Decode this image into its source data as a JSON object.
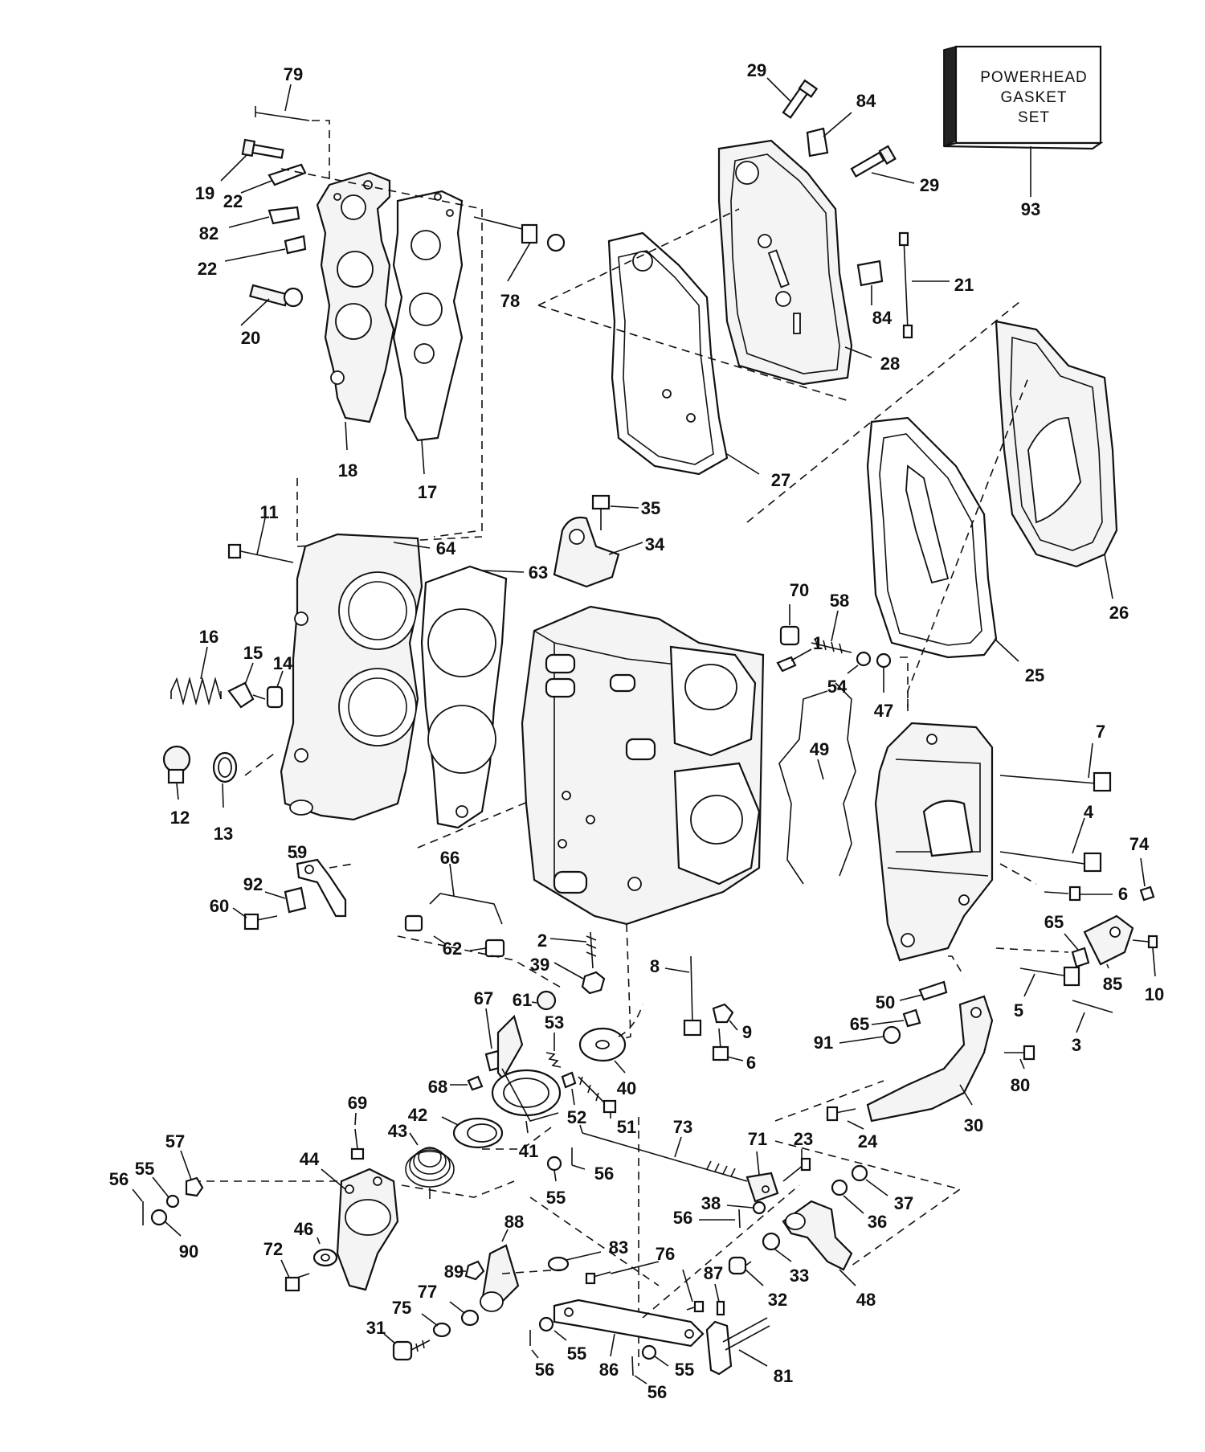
{
  "gasket_box": {
    "line1": "POWERHEAD",
    "line2": "GASKET",
    "line3": "SET",
    "callout": "93"
  },
  "callouts": [
    {
      "id": "c79",
      "text": "79"
    },
    {
      "id": "c19",
      "text": "19"
    },
    {
      "id": "c22a",
      "text": "22"
    },
    {
      "id": "c82",
      "text": "82"
    },
    {
      "id": "c22b",
      "text": "22"
    },
    {
      "id": "c20",
      "text": "20"
    },
    {
      "id": "c18",
      "text": "18"
    },
    {
      "id": "c17",
      "text": "17"
    },
    {
      "id": "c78",
      "text": "78"
    },
    {
      "id": "c29a",
      "text": "29"
    },
    {
      "id": "c84a",
      "text": "84"
    },
    {
      "id": "c29b",
      "text": "29"
    },
    {
      "id": "c21",
      "text": "21"
    },
    {
      "id": "c84b",
      "text": "84"
    },
    {
      "id": "c28",
      "text": "28"
    },
    {
      "id": "c27",
      "text": "27"
    },
    {
      "id": "c26",
      "text": "26"
    },
    {
      "id": "c25",
      "text": "25"
    },
    {
      "id": "c35",
      "text": "35"
    },
    {
      "id": "c34",
      "text": "34"
    },
    {
      "id": "c11",
      "text": "11"
    },
    {
      "id": "c64",
      "text": "64"
    },
    {
      "id": "c63",
      "text": "63"
    },
    {
      "id": "c16",
      "text": "16"
    },
    {
      "id": "c15",
      "text": "15"
    },
    {
      "id": "c14",
      "text": "14"
    },
    {
      "id": "c12",
      "text": "12"
    },
    {
      "id": "c13",
      "text": "13"
    },
    {
      "id": "c70",
      "text": "70"
    },
    {
      "id": "c58",
      "text": "58"
    },
    {
      "id": "c1",
      "text": "1"
    },
    {
      "id": "c54",
      "text": "54"
    },
    {
      "id": "c47",
      "text": "47"
    },
    {
      "id": "c49",
      "text": "49"
    },
    {
      "id": "c7",
      "text": "7"
    },
    {
      "id": "c4",
      "text": "4"
    },
    {
      "id": "c74",
      "text": "74"
    },
    {
      "id": "c6a",
      "text": "6"
    },
    {
      "id": "c65a",
      "text": "65"
    },
    {
      "id": "c85",
      "text": "85"
    },
    {
      "id": "c10",
      "text": "10"
    },
    {
      "id": "c59",
      "text": "59"
    },
    {
      "id": "c92",
      "text": "92"
    },
    {
      "id": "c60",
      "text": "60"
    },
    {
      "id": "c66",
      "text": "66"
    },
    {
      "id": "c62",
      "text": "62"
    },
    {
      "id": "c2",
      "text": "2"
    },
    {
      "id": "c39",
      "text": "39"
    },
    {
      "id": "c8",
      "text": "8"
    },
    {
      "id": "c50",
      "text": "50"
    },
    {
      "id": "c5",
      "text": "5"
    },
    {
      "id": "c3",
      "text": "3"
    },
    {
      "id": "c65b",
      "text": "65"
    },
    {
      "id": "c91",
      "text": "91"
    },
    {
      "id": "c80",
      "text": "80"
    },
    {
      "id": "c30",
      "text": "30"
    },
    {
      "id": "c24",
      "text": "24"
    },
    {
      "id": "c67",
      "text": "67"
    },
    {
      "id": "c61",
      "text": "61"
    },
    {
      "id": "c53",
      "text": "53"
    },
    {
      "id": "c9",
      "text": "9"
    },
    {
      "id": "c6b",
      "text": "6"
    },
    {
      "id": "c40",
      "text": "40"
    },
    {
      "id": "c68",
      "text": "68"
    },
    {
      "id": "c52",
      "text": "52"
    },
    {
      "id": "c51",
      "text": "51"
    },
    {
      "id": "c42",
      "text": "42"
    },
    {
      "id": "c41",
      "text": "41"
    },
    {
      "id": "c69",
      "text": "69"
    },
    {
      "id": "c43",
      "text": "43"
    },
    {
      "id": "c44",
      "text": "44"
    },
    {
      "id": "c73",
      "text": "73"
    },
    {
      "id": "c71",
      "text": "71"
    },
    {
      "id": "c23",
      "text": "23"
    },
    {
      "id": "c55a",
      "text": "55"
    },
    {
      "id": "c56a",
      "text": "56"
    },
    {
      "id": "c37",
      "text": "37"
    },
    {
      "id": "c36",
      "text": "36"
    },
    {
      "id": "c38",
      "text": "38"
    },
    {
      "id": "c56b",
      "text": "56"
    },
    {
      "id": "c57",
      "text": "57"
    },
    {
      "id": "c55b",
      "text": "55"
    },
    {
      "id": "c56c",
      "text": "56"
    },
    {
      "id": "c90",
      "text": "90"
    },
    {
      "id": "c46",
      "text": "46"
    },
    {
      "id": "c72",
      "text": "72"
    },
    {
      "id": "c88",
      "text": "88"
    },
    {
      "id": "c83",
      "text": "83"
    },
    {
      "id": "c76",
      "text": "76"
    },
    {
      "id": "c87",
      "text": "87"
    },
    {
      "id": "c32",
      "text": "32"
    },
    {
      "id": "c33",
      "text": "33"
    },
    {
      "id": "c48",
      "text": "48"
    },
    {
      "id": "c89",
      "text": "89"
    },
    {
      "id": "c77",
      "text": "77"
    },
    {
      "id": "c75",
      "text": "75"
    },
    {
      "id": "c31",
      "text": "31"
    },
    {
      "id": "c55c",
      "text": "55"
    },
    {
      "id": "c56d",
      "text": "56"
    },
    {
      "id": "c86",
      "text": "86"
    },
    {
      "id": "c55d",
      "text": "55"
    },
    {
      "id": "c56e",
      "text": "56"
    },
    {
      "id": "c81",
      "text": "81"
    }
  ]
}
